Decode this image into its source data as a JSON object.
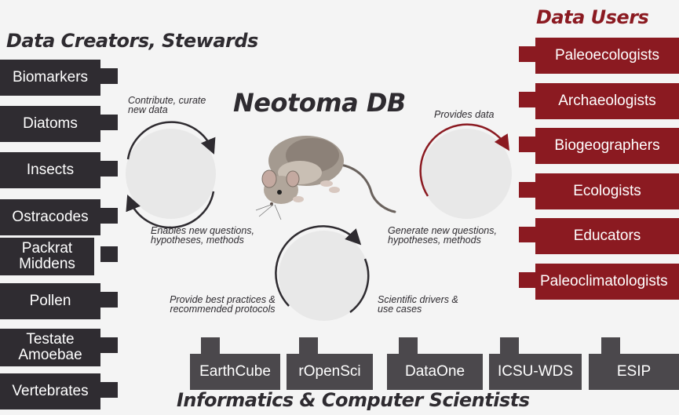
{
  "title": "Neotoma DB",
  "creators": {
    "heading": "Data Creators, Stewards",
    "items": [
      "Biomarkers",
      "Diatoms",
      "Insects",
      "Ostracodes",
      "Packrat Middens",
      "Pollen",
      "Testate Amoebae",
      "Vertebrates"
    ]
  },
  "users": {
    "heading": "Data Users",
    "items": [
      "Paleoecologists",
      "Archaeologists",
      "Biogeographers",
      "Ecologists",
      "Educators",
      "Paleoclimatologists"
    ]
  },
  "informatics": {
    "heading": "Informatics & Computer Scientists",
    "items": [
      "EarthCube",
      "rOpenSci",
      "DataOne",
      "ICSU-WDS",
      "ESIP"
    ]
  },
  "captions": {
    "contribute": "Contribute, curate new data",
    "enables": "Enables new questions, hypotheses, methods",
    "provides": "Provides data",
    "generate": "Generate new questions, hypotheses, methods",
    "best_practices": "Provide best practices & recommended protocols",
    "drivers": "Scientific drivers & use cases"
  },
  "colors": {
    "dark": "#2f2c31",
    "accent_red": "#8b1a21",
    "informatics_gray": "#4b484c",
    "background": "#f4f4f4"
  },
  "icons": {
    "mascot": "packrat-illustration-icon",
    "cycle_arrows": "circular-arrow-icon"
  }
}
